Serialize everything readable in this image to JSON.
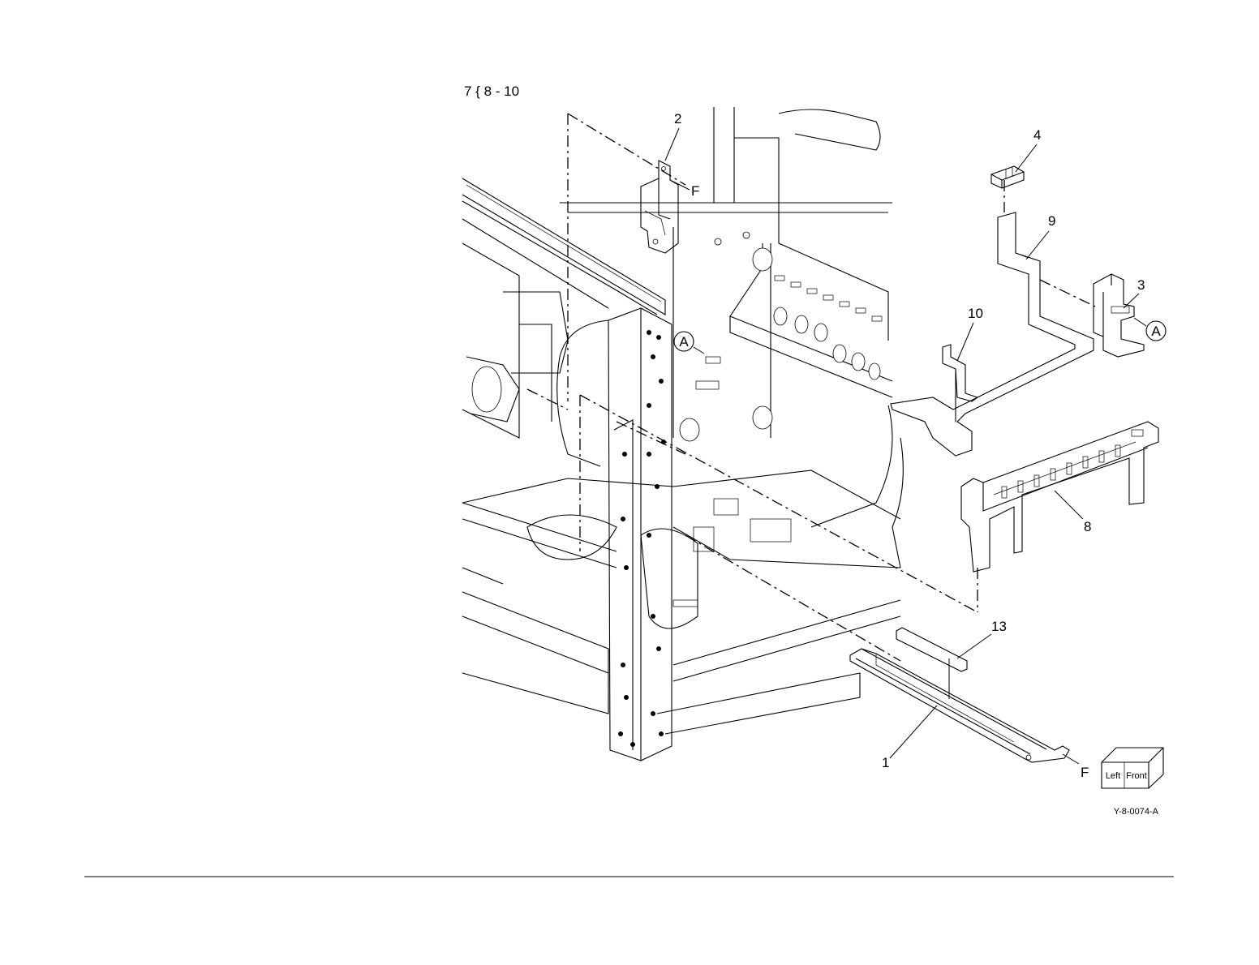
{
  "figure": {
    "title": "7 { 8 - 10",
    "figure_id": "Y-8-0074-A"
  },
  "callouts": [
    {
      "id": "callout-1",
      "label": "1"
    },
    {
      "id": "callout-2",
      "label": "2"
    },
    {
      "id": "callout-3",
      "label": "3"
    },
    {
      "id": "callout-4",
      "label": "4"
    },
    {
      "id": "callout-8",
      "label": "8"
    },
    {
      "id": "callout-9",
      "label": "9"
    },
    {
      "id": "callout-10",
      "label": "10"
    },
    {
      "id": "callout-13",
      "label": "13"
    }
  ],
  "markers": {
    "fastener": "F",
    "connection": "A"
  },
  "orientation_cube": {
    "left_label": "Left",
    "front_label": "Front"
  }
}
